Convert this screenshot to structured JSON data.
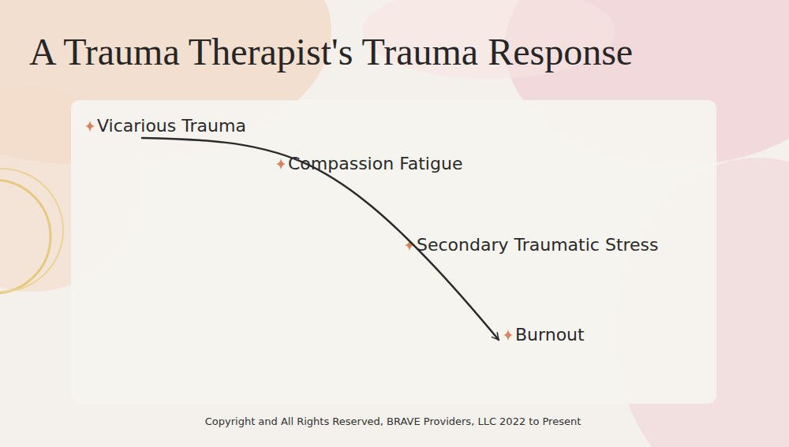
{
  "diagram": {
    "title": "A Trauma Therapist's Trauma Response",
    "caption": "Copyright and All Rights Reserved, BRAVE Providers, LLC 2022 to Present",
    "nodes": [
      {
        "text": [
          "Vicarious Trauma"
        ]
      },
      {
        "text": [
          "Compassion Fatigue"
        ]
      },
      {
        "text": [
          "Secondary Traumatic Stress"
        ]
      },
      {
        "text": [
          "Burnout"
        ]
      }
    ],
    "edges": [
      {
        "from": 0,
        "to": 3,
        "arrow": "to"
      }
    ]
  }
}
